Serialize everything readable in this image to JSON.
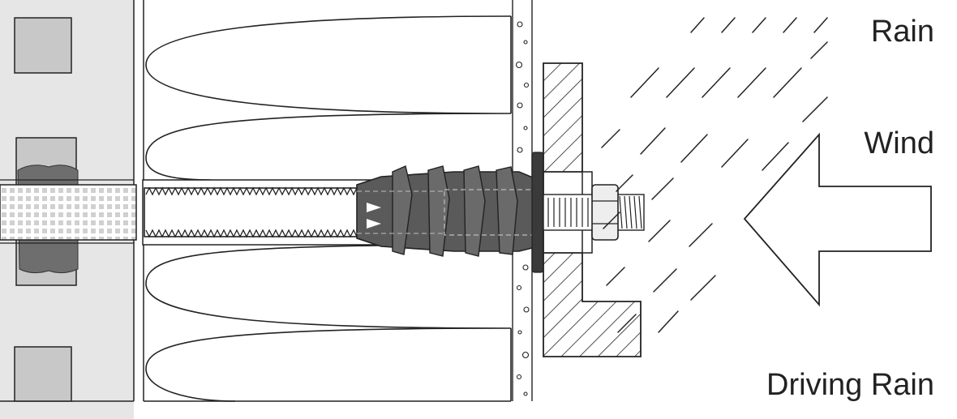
{
  "labels": {
    "rain": "Rain",
    "wind": "Wind",
    "driving_rain": "Driving Rain"
  },
  "colors": {
    "outline": "#222222",
    "wall_fill": "#e6e6e6",
    "block_fill": "#c8c8c8",
    "mortar_fill": "#6e6e6e",
    "anchor_fill": "#5a5a5a",
    "nut_fill": "#eeeeee"
  },
  "icons": {
    "wind_arrow": "arrow-left-icon",
    "rain_streaks": "rain-streaks-icon"
  }
}
